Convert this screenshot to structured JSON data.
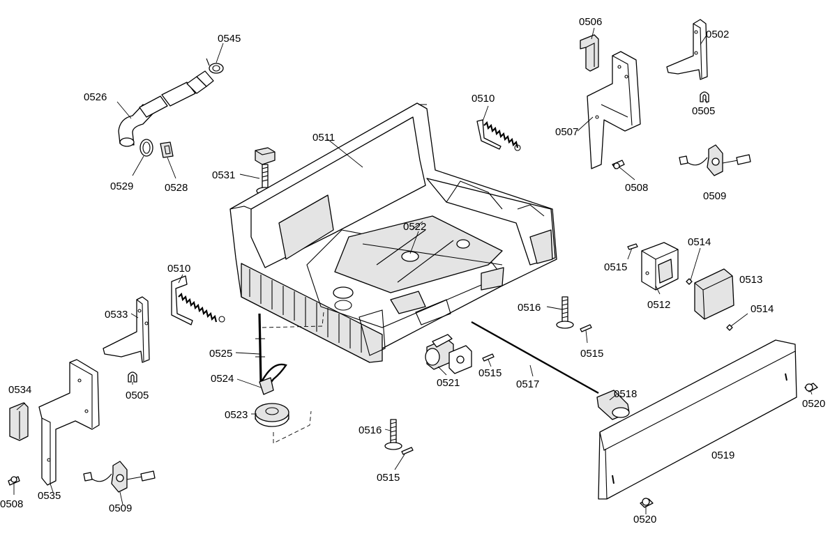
{
  "labels": {
    "l0545": "0545",
    "l0526": "0526",
    "l0529": "0529",
    "l0528": "0528",
    "l0531": "0531",
    "l0511": "0511",
    "l0510a": "0510",
    "l0506": "0506",
    "l0507": "0507",
    "l0508a": "0508",
    "l0502": "0502",
    "l0505a": "0505",
    "l0509a": "0509",
    "l0522": "0522",
    "l0514a": "0514",
    "l0515a": "0515",
    "l0513": "0513",
    "l0512": "0512",
    "l0514b": "0514",
    "l0516a": "0516",
    "l0515b": "0515",
    "l0510b": "0510",
    "l0533": "0533",
    "l0525": "0525",
    "l0524": "0524",
    "l0523": "0523",
    "l0505b": "0505",
    "l0534": "0534",
    "l0521": "0521",
    "l0515c": "0515",
    "l0517": "0517",
    "l0518": "0518",
    "l0520a": "0520",
    "l0516b": "0516",
    "l0515d": "0515",
    "l0519": "0519",
    "l0520b": "0520",
    "l0508b": "0508",
    "l0535": "0535",
    "l0509b": "0509"
  }
}
